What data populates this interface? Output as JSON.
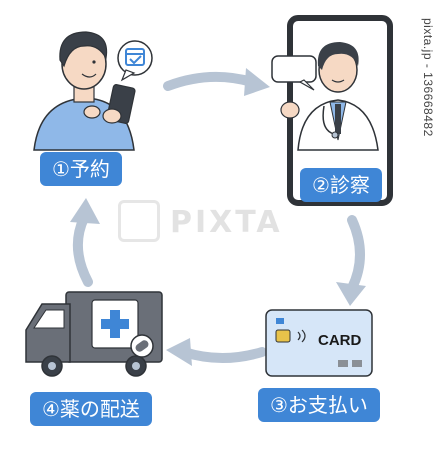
{
  "steps": [
    {
      "label": "①予約"
    },
    {
      "label": "②診察"
    },
    {
      "label": "③お支払い"
    },
    {
      "label": "④薬の配送"
    }
  ],
  "card": {
    "text": "CARD"
  },
  "watermark": {
    "text": "PIXTA"
  },
  "side_caption": "pixta.jp - 136668482",
  "colors": {
    "label_bg": "#3f86d6",
    "arrow": "#b7c4d4",
    "shirt": "#8fb8e8",
    "card": "#d6e6f8",
    "truck": "#6a6f78",
    "outline": "#2f3338"
  }
}
